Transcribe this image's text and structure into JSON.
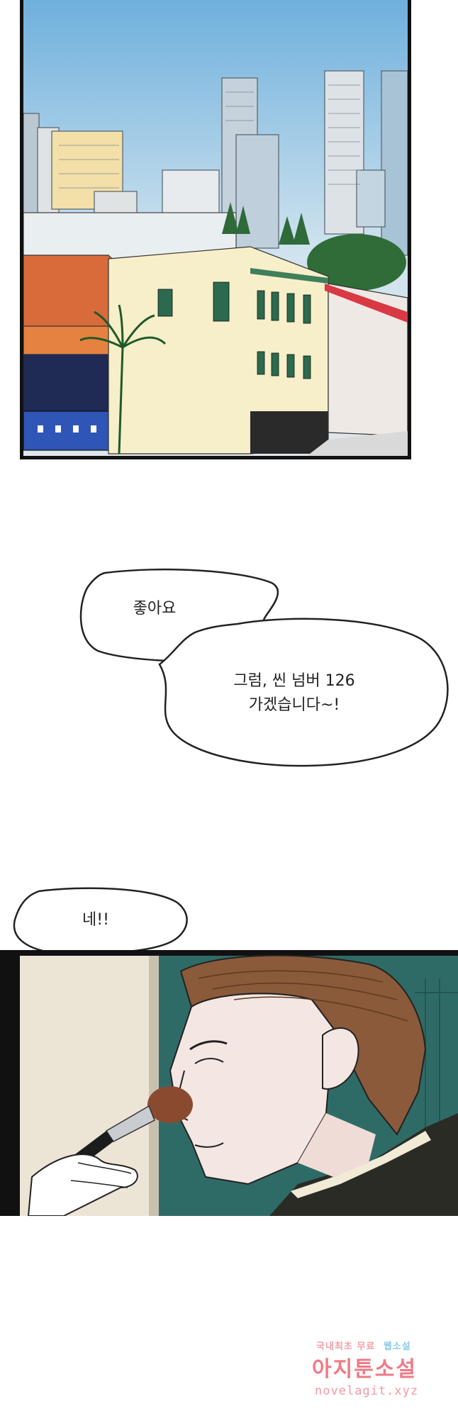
{
  "panels": {
    "city": {
      "sky_top": "#6fb0dd",
      "sky_bottom": "#cfe3ee",
      "border": "#111111"
    },
    "makeup": {
      "wall_teal": "#2f6b66",
      "skin": "#f4e6e2",
      "hair": "#8a5a3a",
      "jacket": "#2b2b25"
    }
  },
  "bubbles": {
    "first": {
      "text": "좋아요"
    },
    "second": {
      "text": "그럼, 씬 넘버 126\n가겠습니다~!"
    },
    "third": {
      "text": "네!!"
    }
  },
  "watermark": {
    "line1_left": "국내최초 무료",
    "line1_right": "웹소설",
    "line2": "아지툰소설",
    "line3": "novelagit.xyz"
  }
}
